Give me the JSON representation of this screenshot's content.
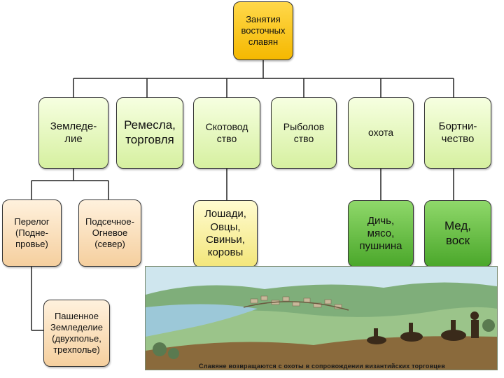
{
  "root": {
    "label": "Занятия\nвосточных\nславян"
  },
  "level1": [
    {
      "label": "Земледе-\nлие"
    },
    {
      "label": "Ремесла,\nторговля"
    },
    {
      "label": "Скотовод\nство"
    },
    {
      "label": "Рыболов\nство"
    },
    {
      "label": "охота"
    },
    {
      "label": "Бортни-\nчество"
    }
  ],
  "agriculture": [
    {
      "label": "Перелог\n(Подне-\nпровье)"
    },
    {
      "label": "Подсечное-\nОгневое\n(север)"
    },
    {
      "label": "Пашенное\nЗемледелие\n(двухполье,\nтрехполье)"
    }
  ],
  "livestock": {
    "label": "Лошади,\nОвцы,\nСвиньи,\nкоровы"
  },
  "hunting": {
    "label": "Дичь,\nмясо,\nпушнина"
  },
  "beekeeping": {
    "label": "Мед,\nвоск"
  },
  "illustration": {
    "caption": "Славяне возвращаются с охоты в сопровождении византийских торговцев",
    "colors": {
      "sky": "#cfe6ee",
      "hills": "#7fae7a",
      "river": "#9cc8d8",
      "foreground": "#8a6a3c"
    }
  }
}
